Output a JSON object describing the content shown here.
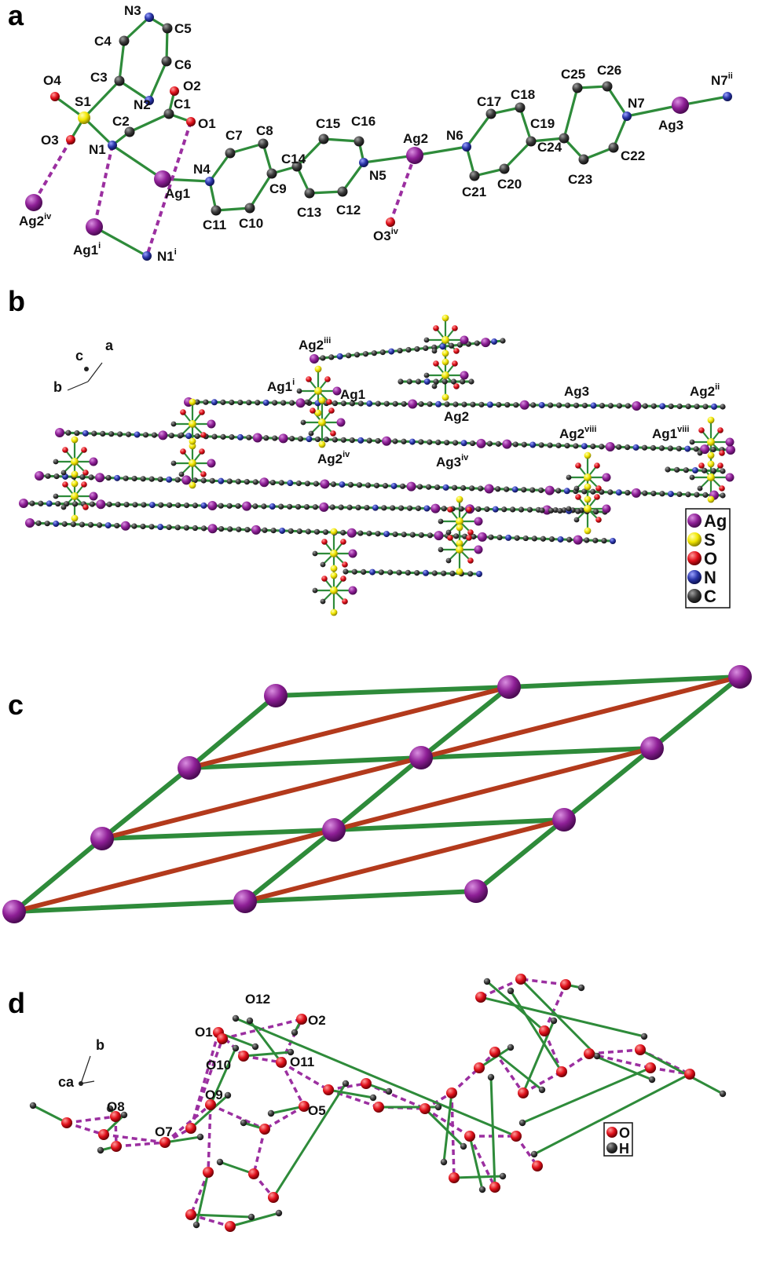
{
  "panels": [
    {
      "letter": "a"
    },
    {
      "letter": "b"
    },
    {
      "letter": "c"
    },
    {
      "letter": "d"
    }
  ],
  "panel_a": {
    "labels": [
      {
        "t": "N3"
      },
      {
        "t": "C5"
      },
      {
        "t": "C4"
      },
      {
        "t": "C6"
      },
      {
        "t": "C3"
      },
      {
        "t": "O4"
      },
      {
        "t": "S1"
      },
      {
        "t": "N2"
      },
      {
        "t": "O2"
      },
      {
        "t": "C1"
      },
      {
        "t": "C2"
      },
      {
        "t": "O1"
      },
      {
        "t": "O3"
      },
      {
        "t": "N1"
      },
      {
        "t": "C7"
      },
      {
        "t": "C8"
      },
      {
        "t": "N4"
      },
      {
        "t": "Ag1"
      },
      {
        "t": "C14"
      },
      {
        "t": "C9"
      },
      {
        "t": "C11"
      },
      {
        "t": "C10"
      },
      {
        "t": "C15"
      },
      {
        "t": "C16"
      },
      {
        "t": "N5"
      },
      {
        "t": "C13"
      },
      {
        "t": "C12"
      },
      {
        "t": "Ag2"
      },
      {
        "t": "N6"
      },
      {
        "t": "C17"
      },
      {
        "t": "C18"
      },
      {
        "t": "C19"
      },
      {
        "t": "C21"
      },
      {
        "t": "C20"
      },
      {
        "t": "C25"
      },
      {
        "t": "C26"
      },
      {
        "t": "N7"
      },
      {
        "t": "C24"
      },
      {
        "t": "C23"
      },
      {
        "t": "C22"
      },
      {
        "t": "Ag3"
      },
      {
        "t": "N7",
        "s": "ii"
      },
      {
        "t": "Ag2",
        "s": "iv"
      },
      {
        "t": "Ag1",
        "s": "i"
      },
      {
        "t": "N1",
        "s": "i"
      },
      {
        "t": "O3",
        "s": "iv"
      }
    ]
  },
  "panel_b": {
    "axes": {
      "c": "c",
      "a": "a",
      "b": "b"
    },
    "labels": [
      {
        "t": "Ag2",
        "s": "iii"
      },
      {
        "t": "Ag1",
        "s": "i"
      },
      {
        "t": "Ag1"
      },
      {
        "t": "Ag2"
      },
      {
        "t": "Ag3"
      },
      {
        "t": "Ag2",
        "s": "ii"
      },
      {
        "t": "Ag2",
        "s": "iv"
      },
      {
        "t": "Ag3",
        "s": "iv"
      },
      {
        "t": "Ag2",
        "s": "viii"
      },
      {
        "t": "Ag1",
        "s": "viii"
      }
    ],
    "legend": [
      {
        "label": "Ag",
        "color": "#8e1f96"
      },
      {
        "label": "S",
        "color": "#f2e600"
      },
      {
        "label": "O",
        "color": "#e0101a"
      },
      {
        "label": "N",
        "color": "#2a35a8"
      },
      {
        "label": "C",
        "color": "#3a3a3a"
      }
    ]
  },
  "panel_d": {
    "axes": {
      "b": "b",
      "ca": "ca"
    },
    "labels": [
      {
        "t": "O12"
      },
      {
        "t": "O2"
      },
      {
        "t": "O1"
      },
      {
        "t": "O10"
      },
      {
        "t": "O11"
      },
      {
        "t": "O9"
      },
      {
        "t": "O5"
      },
      {
        "t": "O8"
      },
      {
        "t": "O7"
      }
    ],
    "legend": [
      {
        "label": "O",
        "color": "#e0101a"
      },
      {
        "label": "H",
        "color": "#3a3a3a"
      }
    ]
  },
  "colors": {
    "bond": "#2e8b3a",
    "hbond": "#9b2fa0",
    "ag": "#8e1f96",
    "s": "#f2e600",
    "o": "#e0101a",
    "n": "#2a35a8",
    "c": "#3a3a3a",
    "net_green": "#2e8b3a",
    "net_red": "#b33a1c"
  }
}
